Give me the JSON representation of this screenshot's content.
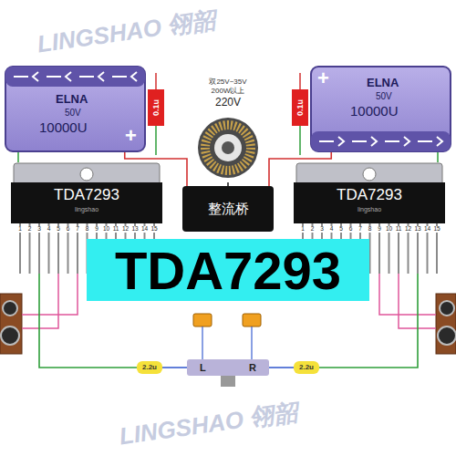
{
  "diagram": {
    "nodes": [
      {
        "text": [
          "ELNA",
          "50V",
          "10000U",
          "+"
        ]
      },
      {
        "text": [
          "+",
          "ELNA",
          "50V",
          "10000U"
        ]
      },
      {
        "text": [
          "0.1u"
        ]
      },
      {
        "text": [
          "0.1u"
        ]
      },
      {
        "text": [
          "双25V~35V",
          "200W以上",
          "220V"
        ]
      },
      {
        "text": [
          "整流桥"
        ]
      },
      {
        "text": [
          "TDA7293",
          "lingshao"
        ]
      },
      {
        "text": [
          "TDA7293",
          "lingshao"
        ]
      },
      {
        "text": [
          "TDA7293"
        ]
      },
      {
        "text": [
          "2.2u"
        ]
      },
      {
        "text": [
          "L",
          "R"
        ]
      },
      {
        "text": [
          "2.2u"
        ]
      }
    ],
    "edges": [
      {
        "from": 4,
        "to": 5,
        "arrow": "none"
      },
      {
        "from": 5,
        "to": 0,
        "arrow": "none"
      },
      {
        "from": 5,
        "to": 1,
        "arrow": "none"
      },
      {
        "from": 10,
        "to": 9,
        "arrow": "none"
      },
      {
        "from": 10,
        "to": 11,
        "arrow": "none"
      },
      {
        "from": 9,
        "to": 6,
        "arrow": "none"
      },
      {
        "from": 11,
        "to": 7,
        "arrow": "none"
      }
    ],
    "labels": [
      "1",
      "2",
      "3",
      "4",
      "5",
      "6",
      "7",
      "8",
      "9",
      "10",
      "11",
      "12",
      "13",
      "14",
      "15",
      "1",
      "2",
      "3",
      "4",
      "5",
      "6",
      "7",
      "8",
      "9",
      "10",
      "11",
      "12",
      "13",
      "14",
      "15",
      "LINGSHAO 翎韶",
      "LINGSHAO 翎韶"
    ]
  }
}
